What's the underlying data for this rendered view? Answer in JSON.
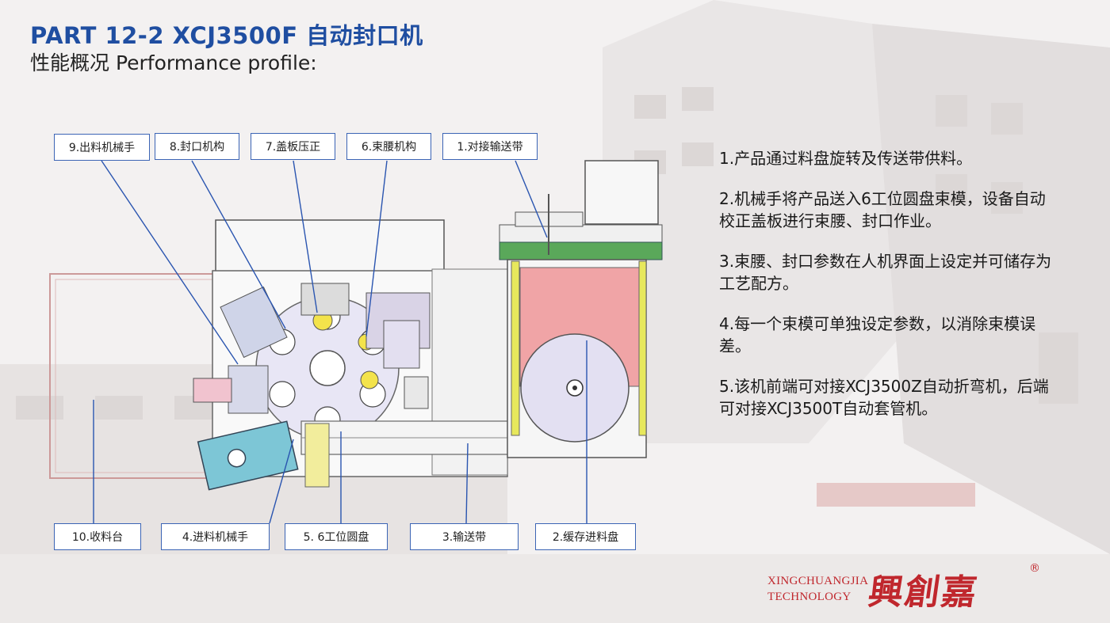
{
  "header": {
    "title": "PART 12-2  XCJ3500F 自动封口机",
    "subtitle": "性能概况 Performance profile:"
  },
  "callouts_top": [
    {
      "label": "9.出料机械手"
    },
    {
      "label": "8.封口机构"
    },
    {
      "label": "7.盖板压正"
    },
    {
      "label": "6.束腰机构"
    },
    {
      "label": "1.对接输送带"
    }
  ],
  "callouts_bottom": [
    {
      "label": "10.收料台"
    },
    {
      "label": "4.进料机械手"
    },
    {
      "label": "5. 6工位圆盘"
    },
    {
      "label": "3.输送带"
    },
    {
      "label": "2.缓存进料盘"
    }
  ],
  "points": [
    "1.产品通过料盘旋转及传送带供料。",
    "2.机械手将产品送入6工位圆盘束模，设备自动校正盖板进行束腰、封口作业。",
    "3.束腰、封口参数在人机界面上设定并可储存为工艺配方。",
    "4.每一个束模可单独设定参数，以消除束模误差。",
    "5.该机前端可对接XCJ3500Z自动折弯机，后端可对接XCJ3500T自动套管机。"
  ],
  "logo": {
    "en_line1": "XINGCHUANGJIA",
    "en_line2": "TECHNOLOGY",
    "cn": "興創嘉",
    "mark": "®"
  },
  "colors": {
    "title": "#1f4ea1",
    "callout_border": "#3b64b5",
    "leader_line": "#2a55b0",
    "logo": "#c0272d",
    "buffer_tray": "#f0a4a6",
    "turntable": "#e8e6f5",
    "robot_arm": "#7dc6d6",
    "guide_green": "#5aa85a"
  }
}
